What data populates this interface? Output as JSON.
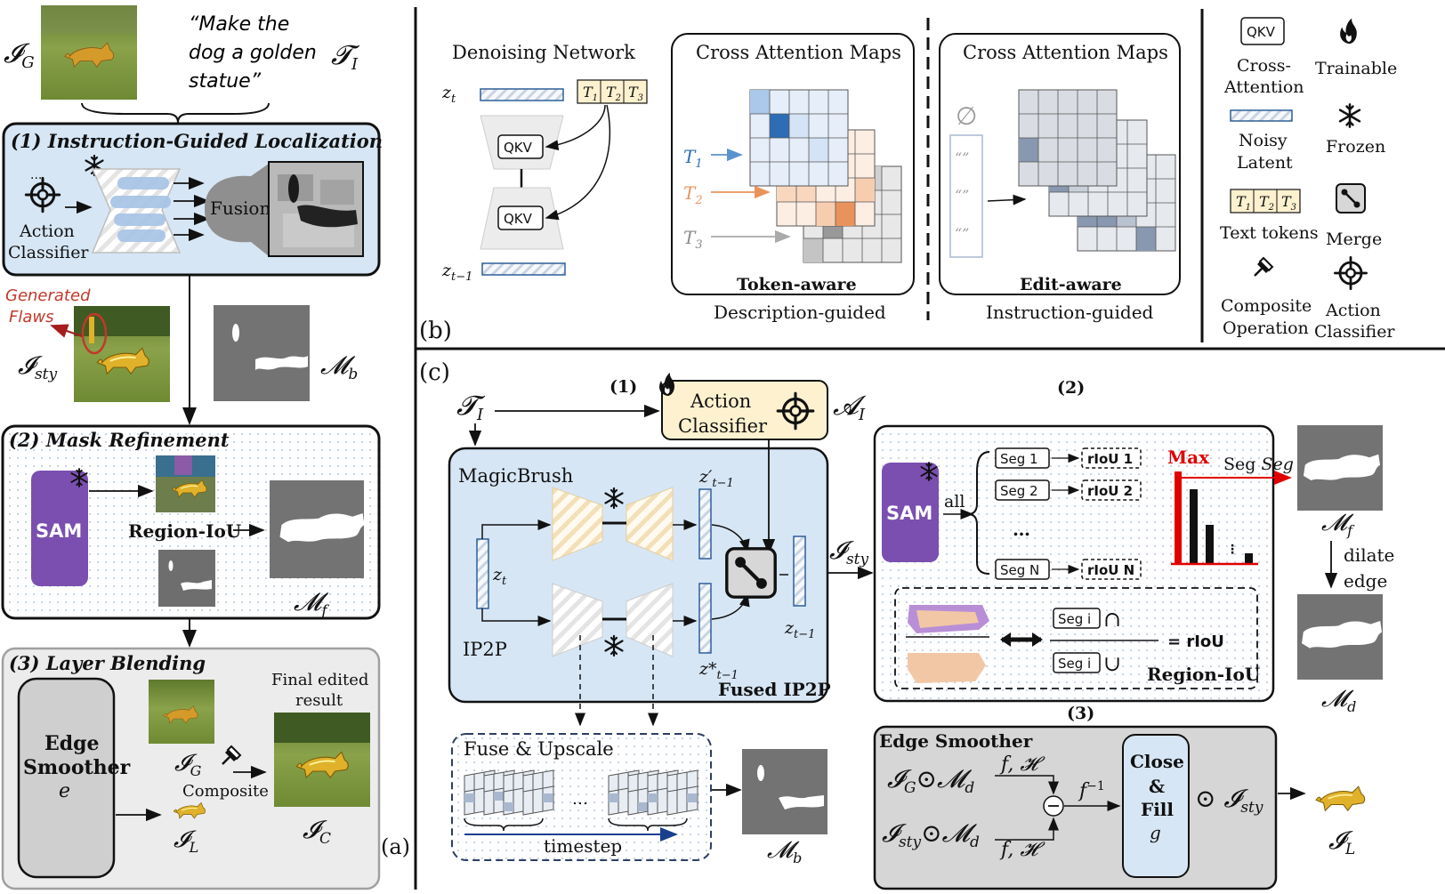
{
  "panel_a": {
    "img_label_G": "𝓘",
    "img_label_G_sub": "G",
    "quote": [
      "“Make the",
      "dog a golden",
      "statue”"
    ],
    "text_label": "𝓣",
    "text_label_sub": "I",
    "stage1_title": "(1) Instruction-Guided Localization",
    "action_classifier": [
      "Action",
      "Classifier"
    ],
    "fusion": "Fusion",
    "generated_flaws": [
      "Generated",
      "Flaws"
    ],
    "sty_label": "𝓘",
    "sty_label_sub": "sty",
    "mb_label": "𝓜",
    "mb_label_sub": "b",
    "stage2_title": "(2) Mask Refinement",
    "sam": "SAM",
    "region_iou": "Region-IoU",
    "mf_label": "𝓜",
    "mf_label_sub": "f",
    "stage3_title": "(3) Layer Blending",
    "edge_smoother": [
      "Edge",
      "Smoother"
    ],
    "edge_e": "e",
    "final_edited": [
      "Final edited",
      "result"
    ],
    "composite": "Composite",
    "ig_label": "𝓘",
    "ig_label_sub": "G",
    "il_label": "𝓘",
    "il_label_sub": "L",
    "ic_label": "𝓘",
    "ic_label_sub": "C",
    "panel_tag": "(a)"
  },
  "panel_b": {
    "denoising": "Denoising Network",
    "zt": "z",
    "zt_sub": "t",
    "zt1_sub": "t−1",
    "qkv": "QKV",
    "tokens": [
      "T",
      "T",
      "T"
    ],
    "token_subs": [
      "1",
      "2",
      "3"
    ],
    "cam1_title": "Cross Attention Maps",
    "cam2_title": "Cross Attention Maps",
    "t1": "T",
    "t2": "T",
    "t3": "T",
    "token_aware": "Token-aware",
    "edit_aware": "Edit-aware",
    "desc_guided": "Description-guided",
    "instr_guided": "Instruction-guided",
    "empty_set": "∅",
    "quote_glyph": "“”",
    "panel_tag": "(b)"
  },
  "legend": {
    "qkv": "QKV",
    "cross_attention": [
      "Cross-",
      "Attention"
    ],
    "trainable": "Trainable",
    "noisy_latent": [
      "Noisy",
      "Latent"
    ],
    "frozen": "Frozen",
    "text_tokens": "Text tokens",
    "merge": "Merge",
    "composite_op": [
      "Composite",
      "Operation"
    ],
    "action_classifier": [
      "Action",
      "Classifier"
    ]
  },
  "panel_c": {
    "panel_tag": "(c)",
    "ti": "𝓣",
    "ti_sub": "I",
    "step1": "(1)",
    "step2": "(2)",
    "step3": "(3)",
    "action_classifier": [
      "Action",
      "Classifier"
    ],
    "ai": "𝓐",
    "ai_sub": "I",
    "magicbrush": "MagicBrush",
    "ip2p": "IP2P",
    "fused": "Fused IP2P",
    "zt": "z",
    "zt_sub": "t",
    "zprime": "z′",
    "zstar": "z*",
    "ztm1_sub": "t−1",
    "isty": "𝓘",
    "isty_sub": "sty",
    "sam": "SAM",
    "all": "all",
    "segs": [
      "Seg 1",
      "Seg 2",
      "Seg N"
    ],
    "rious": [
      "rIoU 1",
      "rIoU 2",
      "rIoU N"
    ],
    "dots": "…",
    "max": "Max",
    "segk": "Seg k",
    "mf": "𝓜",
    "mf_sub": "f",
    "dilate": [
      "dilate",
      "edge"
    ],
    "md": "𝓜",
    "md_sub": "d",
    "seg_i": "Seg i",
    "eq_riou": "= rIoU",
    "region_iou": "Region-IoU",
    "fuse_upscale": "Fuse & Upscale",
    "timestep": "timestep",
    "mb": "𝓜",
    "mb_sub": "b",
    "edge_smoother": "Edge Smoother",
    "fh": "f, 𝓗",
    "finv": "f",
    "finv_sup": "−1",
    "close_fill": [
      "Close",
      "&",
      "Fill",
      "g"
    ],
    "ig": "𝓘",
    "ig_sub": "G",
    "md2": "𝓜",
    "md2_sub": "d",
    "isty2": "𝓘",
    "isty2_sub": "sty",
    "il": "𝓘",
    "il_sub": "L"
  },
  "colors": {
    "stage_blue": "#d6e6f5",
    "sam_purple": "#7a4fb0",
    "gray_box": "#e9e9e9",
    "action_yellow": "#fdf1cf",
    "attn_blue": "#2e6db4",
    "attn_orange": "#e9935c",
    "max_red": "#e00000",
    "flaw_red": "#c0392b"
  }
}
